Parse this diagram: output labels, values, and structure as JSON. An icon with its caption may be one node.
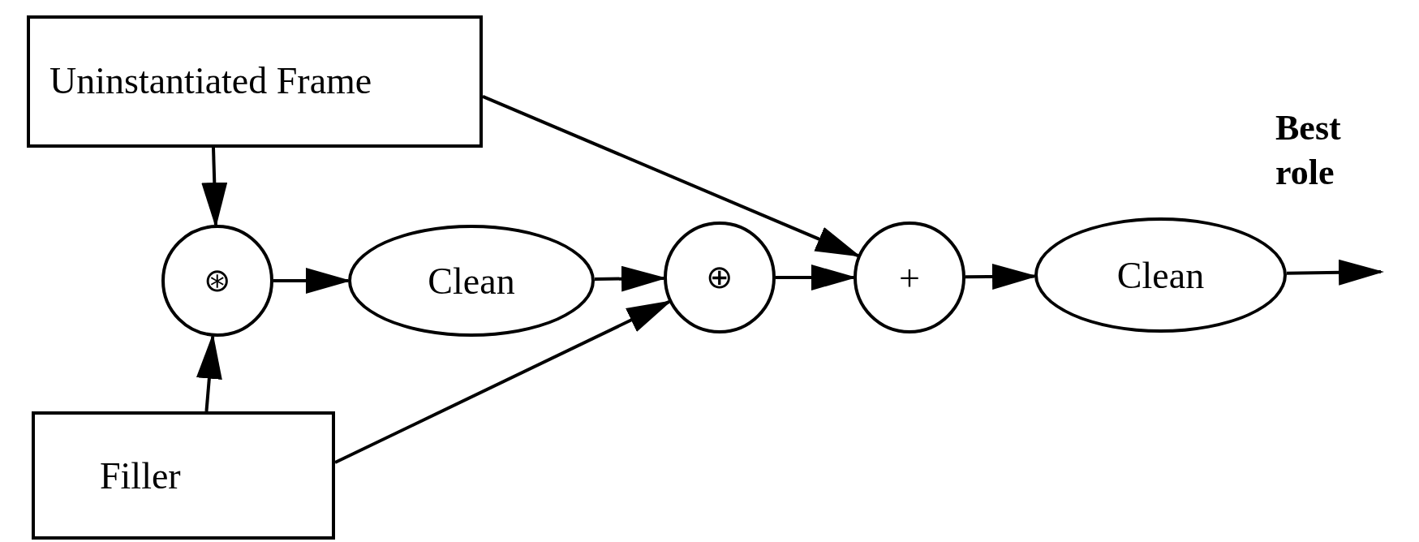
{
  "diagram": {
    "nodes": [
      {
        "text": [
          "Uninstantiated Frame"
        ]
      },
      {
        "text": [
          "Filler"
        ]
      },
      {
        "text": [
          "⊛"
        ]
      },
      {
        "text": [
          "Clean"
        ]
      },
      {
        "text": [
          "⊕"
        ]
      },
      {
        "text": [
          "+"
        ]
      },
      {
        "text": [
          "Clean"
        ]
      }
    ],
    "edges": [
      {
        "from": 0,
        "to": 2,
        "arrow": "to"
      },
      {
        "from": 1,
        "to": 2,
        "arrow": "to"
      },
      {
        "from": 2,
        "to": 3,
        "arrow": "to"
      },
      {
        "from": 3,
        "to": 4,
        "arrow": "to"
      },
      {
        "from": 1,
        "to": 4,
        "arrow": "to"
      },
      {
        "from": 0,
        "to": 5,
        "arrow": "to"
      },
      {
        "from": 4,
        "to": 5,
        "arrow": "to"
      },
      {
        "from": 5,
        "to": 6,
        "arrow": "to"
      },
      {
        "from": 6,
        "to": null,
        "arrow": "to"
      }
    ],
    "labels": [
      "Best role"
    ]
  }
}
